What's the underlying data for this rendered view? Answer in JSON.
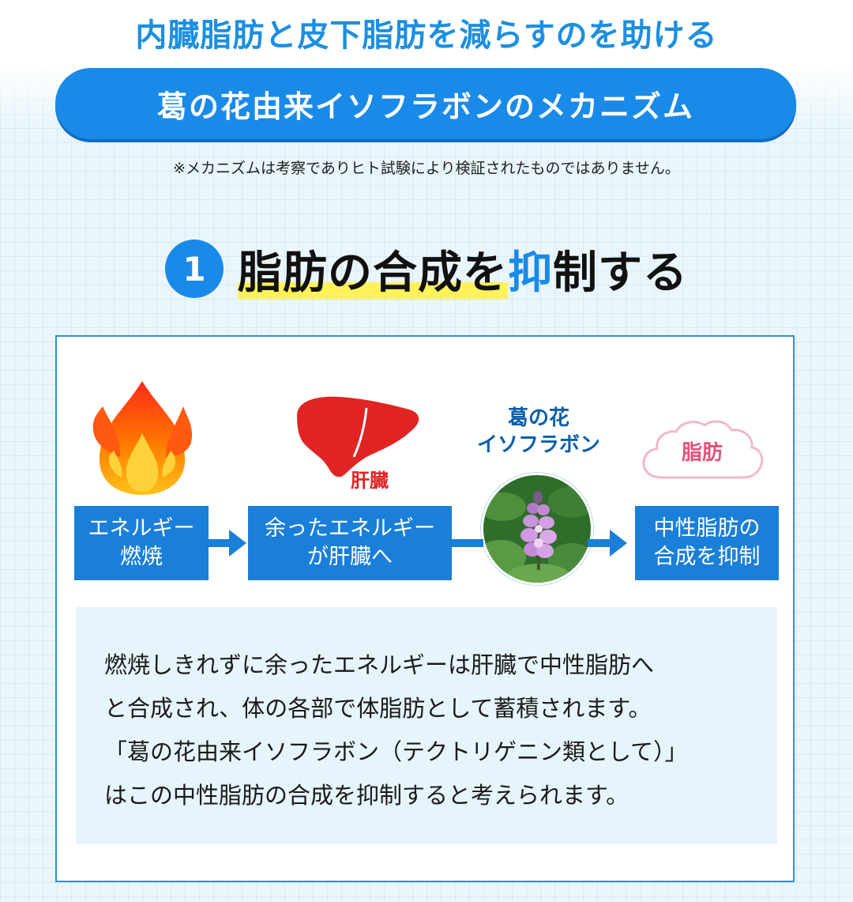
{
  "headline": "内臓脂肪と皮下脂肪を減らすのを助ける",
  "banner": "葛の花由来イソフラボンのメカニズム",
  "note": "※メカニズムは考察でありヒト試験により検証されたものではありません。",
  "section": {
    "number": "1",
    "title_part1": "脂肪の合成を",
    "title_part2": "抑",
    "title_part3": "制する"
  },
  "diagram": {
    "liver_label": "肝臓",
    "plant_label_line1": "葛の花",
    "plant_label_line2": "イソフラボン",
    "cloud_label": "脂肪",
    "steps": [
      {
        "line1": "エネルギー",
        "line2": "燃焼"
      },
      {
        "line1": "余ったエネルギー",
        "line2": "が肝臓へ"
      },
      {
        "line1": "中性脂肪の",
        "line2": "合成を抑制"
      }
    ]
  },
  "description": [
    "燃焼しきれずに余ったエネルギーは肝臓で中性脂肪へ",
    "と合成され、体の各部で体脂肪として蓄積されます。",
    "「葛の花由来イソフラボン（テクトリゲニン類として）」",
    "はこの中性脂肪の合成を抑制すると考えられます。"
  ],
  "colors": {
    "primary_blue": "#1a8ae8",
    "headline_blue": "#1c8fe0",
    "flame_orange": "#ff6a00",
    "liver_red": "#e02424",
    "fat_pink": "#e0537b",
    "highlight_yellow": "#fff25a"
  }
}
